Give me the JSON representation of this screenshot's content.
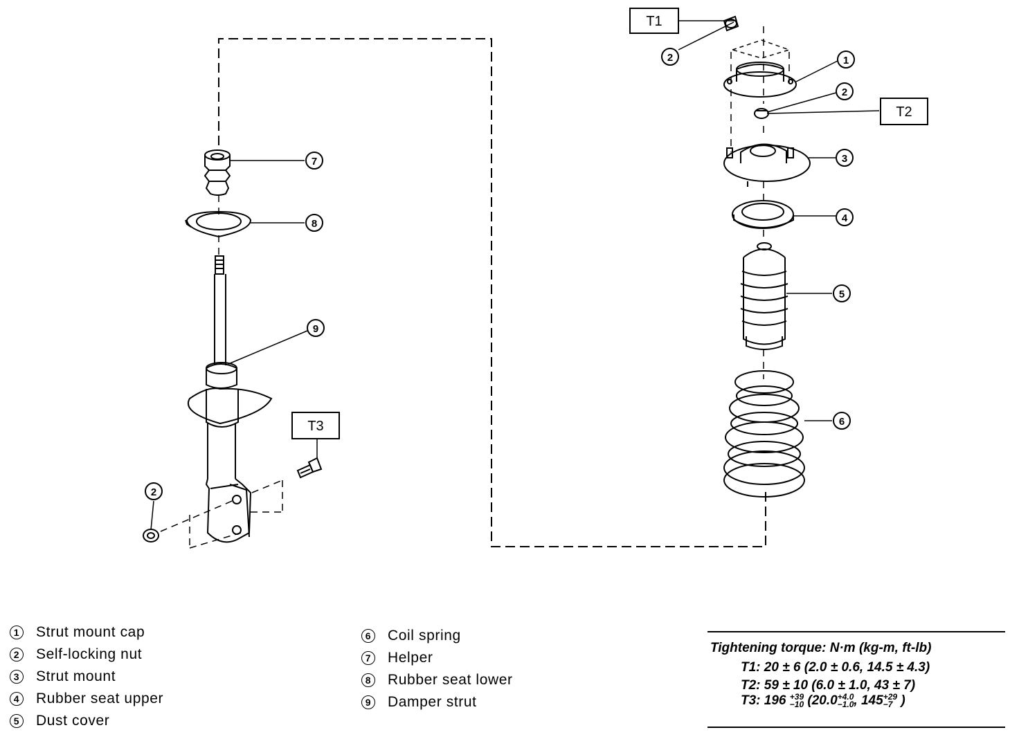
{
  "callouts": {
    "t1": "T1",
    "t2": "T2",
    "t3": "T3",
    "c1": "1",
    "c2": "2",
    "c3": "3",
    "c4": "4",
    "c5": "5",
    "c6": "6",
    "c7": "7",
    "c8": "8",
    "c9": "9"
  },
  "legend": [
    {
      "num": "1",
      "label": "Strut mount cap"
    },
    {
      "num": "2",
      "label": "Self-locking nut"
    },
    {
      "num": "3",
      "label": "Strut mount"
    },
    {
      "num": "4",
      "label": "Rubber seat upper"
    },
    {
      "num": "5",
      "label": "Dust cover"
    },
    {
      "num": "6",
      "label": "Coil spring"
    },
    {
      "num": "7",
      "label": "Helper"
    },
    {
      "num": "8",
      "label": "Rubber seat lower"
    },
    {
      "num": "9",
      "label": "Damper strut"
    }
  ],
  "torque": {
    "title": "Tightening torque: N·m (kg-m, ft-lb)",
    "t1": "T1: 20 ± 6 (2.0 ± 0.6, 14.5 ± 4.3)",
    "t2": "T2: 59 ± 10 (6.0 ± 1.0, 43 ± 7)",
    "t3": {
      "prefix": "T3: 196",
      "a_up": "+39",
      "a_down": "−10",
      "mid": " (20.0",
      "b_up": "+4.0",
      "b_down": "−1.0",
      "mid2": ", 145",
      "c_up": "+29",
      "c_down": "−7",
      "suffix": " )"
    }
  }
}
